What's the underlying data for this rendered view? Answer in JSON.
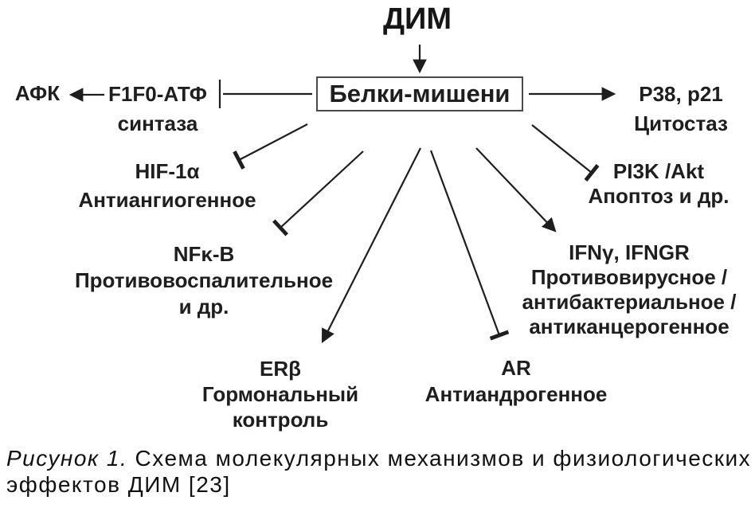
{
  "figure": {
    "title": "ДИМ",
    "hub_label": "Белки-мишени",
    "nodes": {
      "ros": {
        "lines": [
          "АФК"
        ]
      },
      "f1f0_atp_synthase": {
        "lines": [
          "F1F0-АТФ",
          "синтаза"
        ]
      },
      "p38_p21": {
        "lines": [
          "P38, p21",
          "Цитостаз"
        ]
      },
      "hif1a": {
        "lines": [
          "HIF-1α",
          "Антиангиогенное"
        ]
      },
      "nfkb": {
        "lines": [
          "NFκ-B",
          "Противовоспалительное",
          "и др."
        ]
      },
      "erb": {
        "lines": [
          "ERβ",
          "Гормональный",
          "контроль"
        ]
      },
      "ar": {
        "lines": [
          "AR",
          "Антиандрогенное"
        ]
      },
      "ifng": {
        "lines": [
          "IFNγ, IFNGR",
          "Противовирусное /",
          "антибактериальное /",
          "антиканцерогенное"
        ]
      },
      "pi3k_akt": {
        "lines": [
          "PI3K /Akt",
          "Апоптоз и др."
        ]
      }
    },
    "edges": [
      {
        "from": "ДИМ",
        "to": "Белки-мишени",
        "type": "arrow"
      },
      {
        "from": "Белки-мишени",
        "to": "F1F0-АТФ синтаза",
        "type": "inhibition"
      },
      {
        "from": "F1F0-АТФ синтаза",
        "to": "АФК",
        "type": "arrow"
      },
      {
        "from": "Белки-мишени",
        "to": "P38, p21",
        "type": "arrow"
      },
      {
        "from": "Белки-мишени",
        "to": "HIF-1α",
        "type": "inhibition"
      },
      {
        "from": "Белки-мишени",
        "to": "NFκ-B",
        "type": "inhibition"
      },
      {
        "from": "Белки-мишени",
        "to": "ERβ",
        "type": "arrow"
      },
      {
        "from": "Белки-мишени",
        "to": "AR",
        "type": "inhibition"
      },
      {
        "from": "Белки-мишени",
        "to": "IFNγ, IFNGR",
        "type": "arrow"
      },
      {
        "from": "Белки-мишени",
        "to": "PI3K /Akt",
        "type": "inhibition"
      }
    ],
    "colors": {
      "ink": "#1e1e1e",
      "box_border": "#4a4a4a",
      "background": "#ffffff"
    }
  },
  "caption": {
    "figure_label": "Рисунок 1.",
    "line1_rest": "Схема молекулярных механизмов и физиологических",
    "line2": "эффектов ДИМ [23]"
  }
}
